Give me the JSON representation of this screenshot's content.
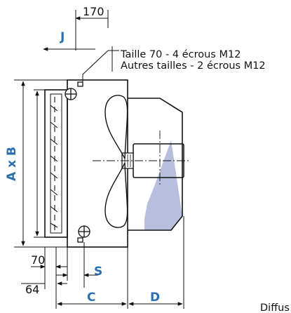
{
  "colors": {
    "line": "#111111",
    "accent": "#2a6fb0",
    "fill": "#b8bedd"
  },
  "labels": {
    "dim_170": "170",
    "dim_j": "J",
    "dim_axb": "A x B",
    "dim_70": "70",
    "dim_64": "64",
    "dim_s": "S",
    "dim_c": "C",
    "dim_d": "D"
  },
  "notes": {
    "line1": "Taille 70 - 4 écrous M12",
    "line2": "Autres tailles - 2 écrous M12"
  },
  "footer": {
    "cut_label": "Diffus"
  }
}
